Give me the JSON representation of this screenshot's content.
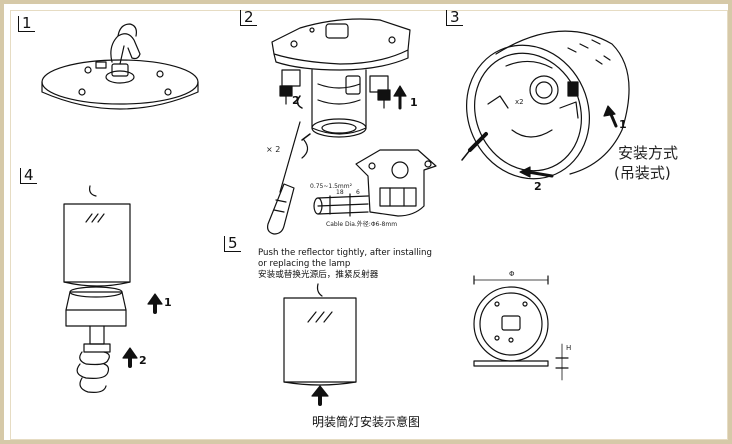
{
  "steps": [
    "1",
    "2",
    "3",
    "4",
    "5"
  ],
  "step2": {
    "arrow1": "1",
    "arrow2": "2",
    "screw_count": "× 2",
    "wire_spec": "0.75~1.5mm²",
    "strip1": "18",
    "strip2": "6",
    "cable_dia": "Cable Dia.外径:Φ6-8mm"
  },
  "step3": {
    "arrow1": "1",
    "arrow2": "2",
    "screw_count": "x2",
    "method_title": "安装方式",
    "method_sub": "(吊装式)"
  },
  "step4": {
    "arrow1": "1",
    "arrow2": "2"
  },
  "step5": {
    "line1": "Push the reflector tightly, after installing",
    "line2": "or replacing the lamp",
    "line3": "安装或替换光源后，推紧反射器"
  },
  "dimension": {
    "diameter": "Φ",
    "height": "H"
  },
  "caption": "明装筒灯安装示意图"
}
